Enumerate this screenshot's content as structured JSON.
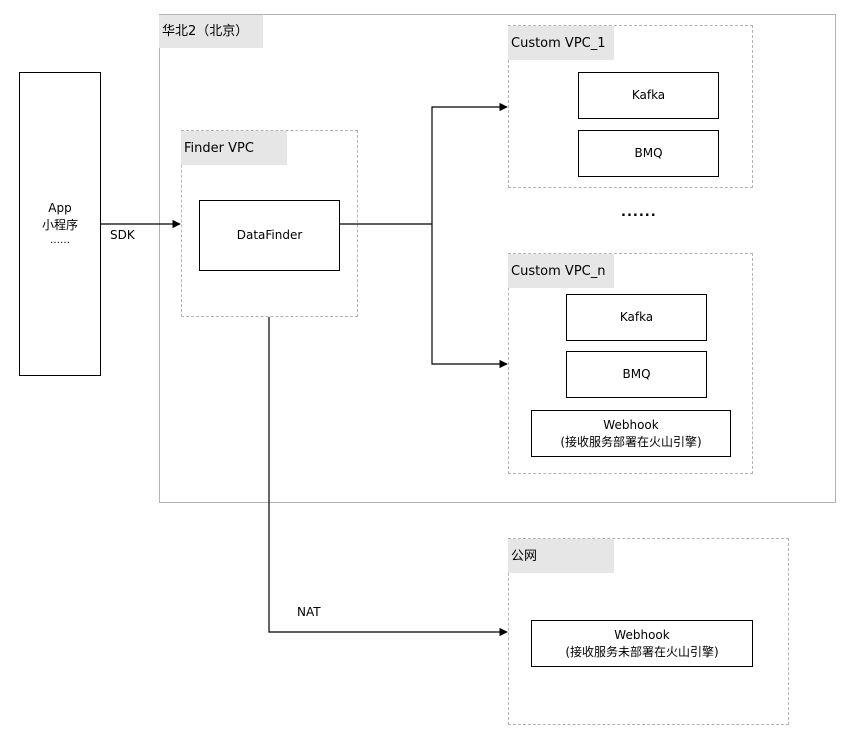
{
  "regions": {
    "north_china": "华北2（北京）",
    "finder_vpc": "Finder VPC",
    "custom_vpc_1": "Custom VPC_1",
    "custom_vpc_n": "Custom VPC_n",
    "public_net": "公网"
  },
  "client": {
    "line1": "App",
    "line2": "小程序",
    "line3": "……"
  },
  "nodes": {
    "datafinder": "DataFinder",
    "kafka_1": "Kafka",
    "bmq_1": "BMQ",
    "kafka_n": "Kafka",
    "bmq_n": "BMQ",
    "webhook_vpc_line1": "Webhook",
    "webhook_vpc_line2": "(接收服务部署在火山引擎)",
    "webhook_public_line1": "Webhook",
    "webhook_public_line2": "(接收服务未部署在火山引擎)"
  },
  "edges": {
    "sdk": "SDK",
    "nat": "NAT"
  },
  "ellipsis": "......",
  "colors": {
    "region_border": "#b3b3b3",
    "tag_fill": "#e6e6e6",
    "stroke": "#000000"
  }
}
